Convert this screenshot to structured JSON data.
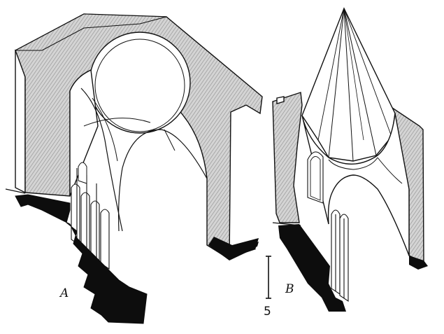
{
  "figure": {
    "label_a": "A",
    "label_b": "B",
    "scale_label": "5"
  },
  "colors": {
    "ink": "#111111",
    "hatch": "#9a9a9a",
    "wall_fill": "#cfcfcf",
    "foundation": "#0d0d0d",
    "paper": "#ffffff"
  }
}
